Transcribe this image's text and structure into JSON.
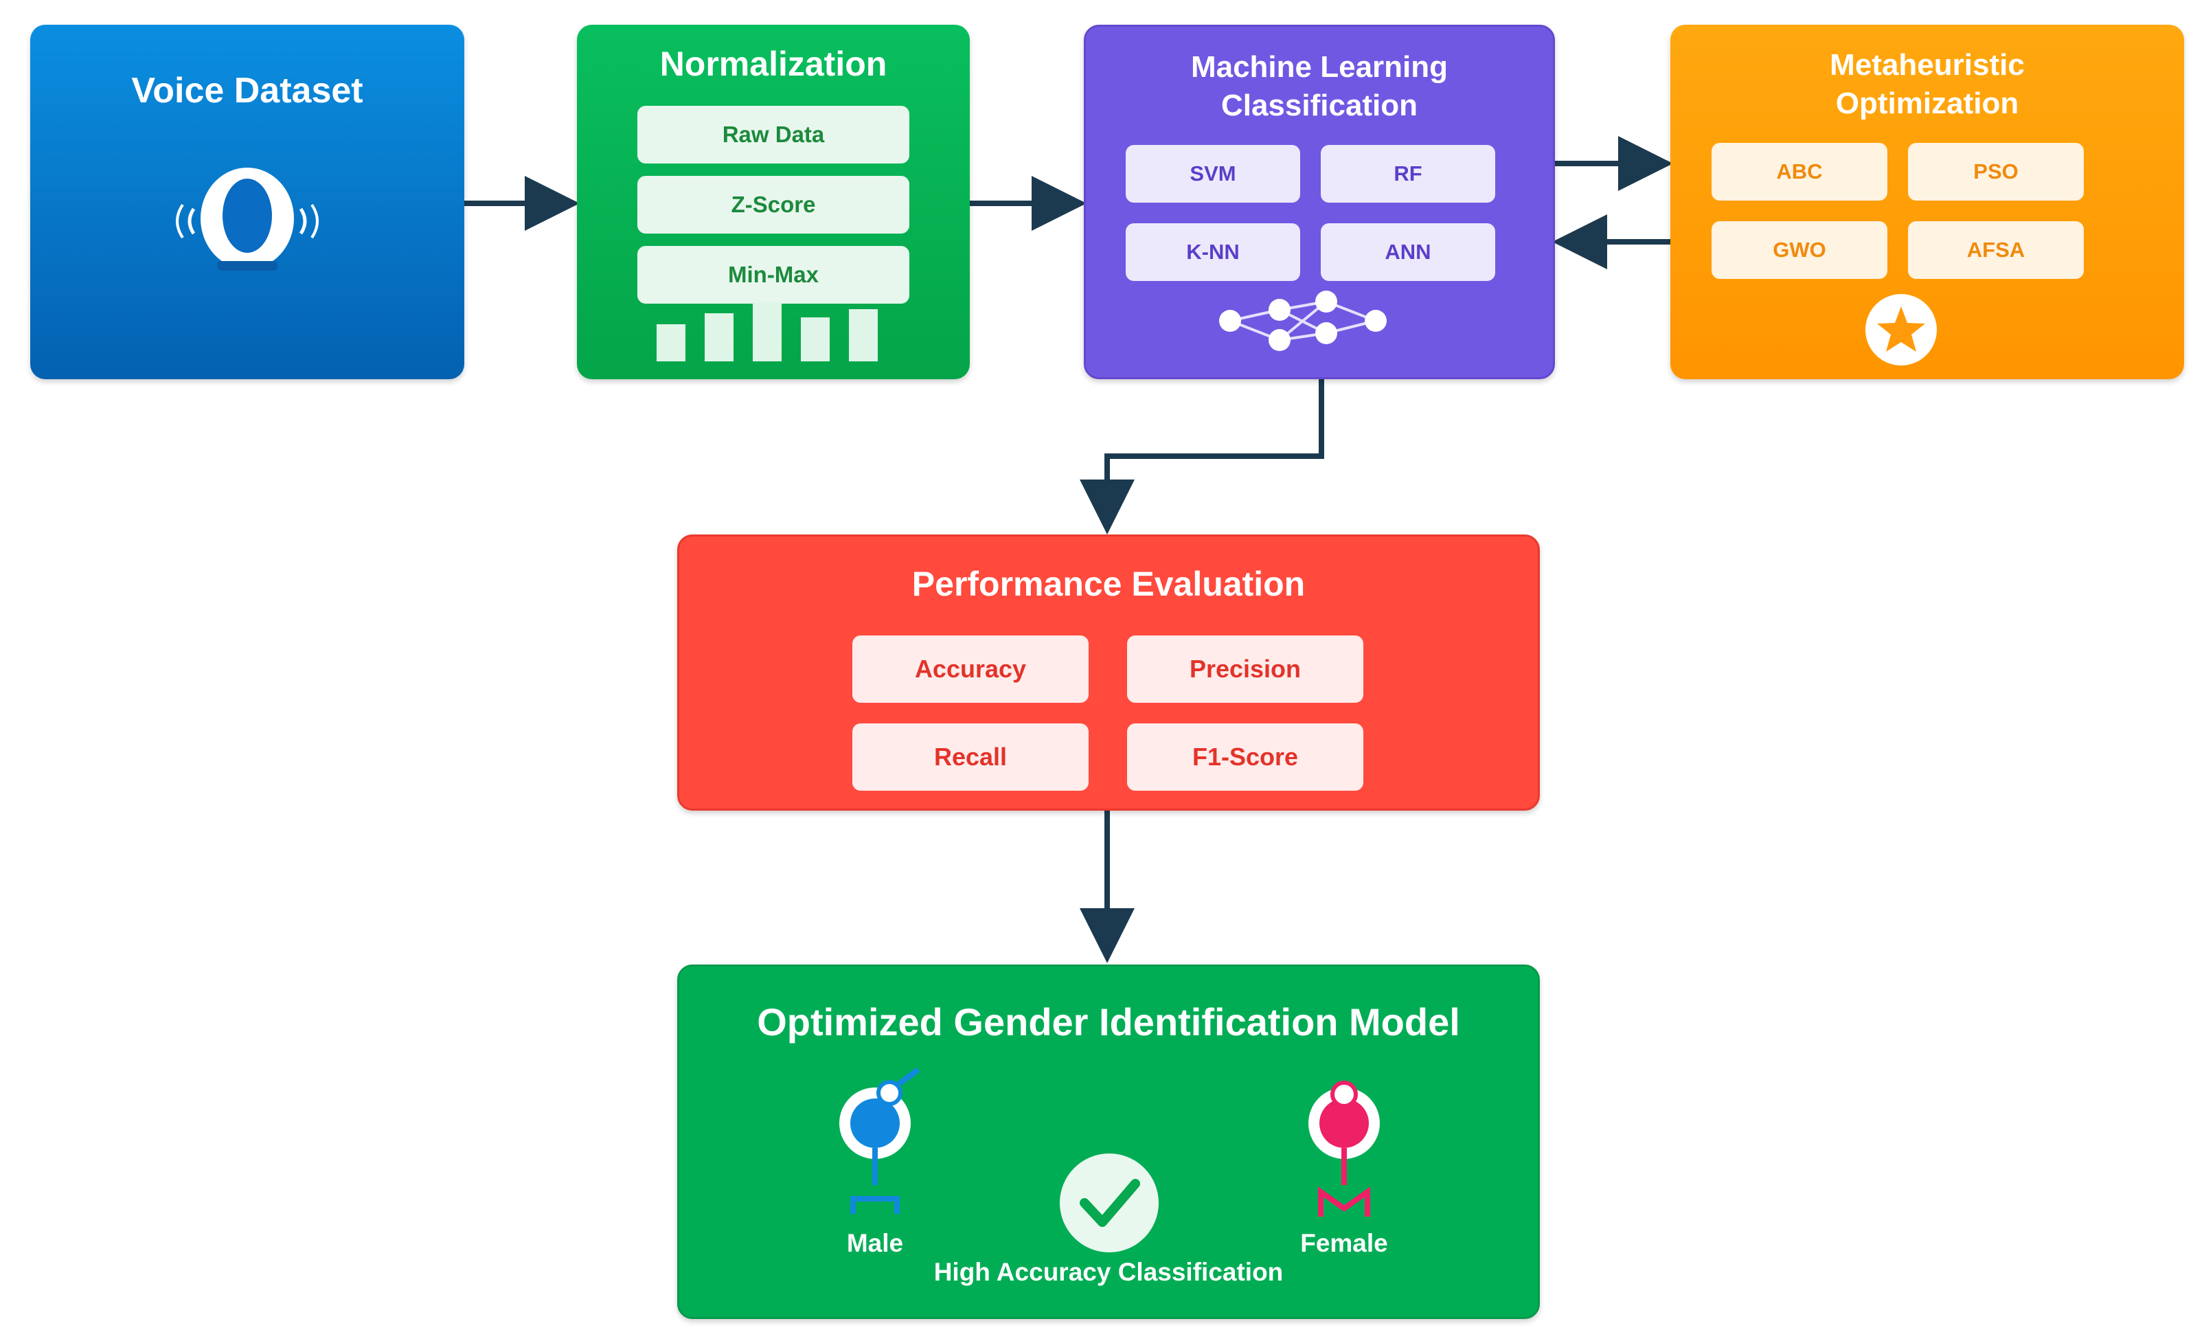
{
  "voice": {
    "title": "Voice Dataset"
  },
  "normalization": {
    "title": "Normalization",
    "items": [
      "Raw Data",
      "Z-Score",
      "Min-Max"
    ]
  },
  "ml": {
    "title_line1": "Machine Learning",
    "title_line2": "Classification",
    "items": [
      "SVM",
      "RF",
      "K-NN",
      "ANN"
    ]
  },
  "meta": {
    "title_line1": "Metaheuristic",
    "title_line2": "Optimization",
    "items": [
      "ABC",
      "PSO",
      "GWO",
      "AFSA"
    ]
  },
  "performance": {
    "title": "Performance Evaluation",
    "items": [
      "Accuracy",
      "Precision",
      "Recall",
      "F1-Score"
    ]
  },
  "model": {
    "title": "Optimized Gender Identification Model",
    "male_label": "Male",
    "female_label": "Female",
    "caption": "High Accuracy Classification"
  },
  "colors": {
    "voice": "#0a6fc6",
    "normalization": "#0aaa50",
    "ml": "#7158e2",
    "meta": "#ff9f0a",
    "performance": "#ff4a3d",
    "model": "#00ad55",
    "arrow": "#1c3a4f",
    "male": "#1188dd",
    "female": "#ee2066"
  }
}
